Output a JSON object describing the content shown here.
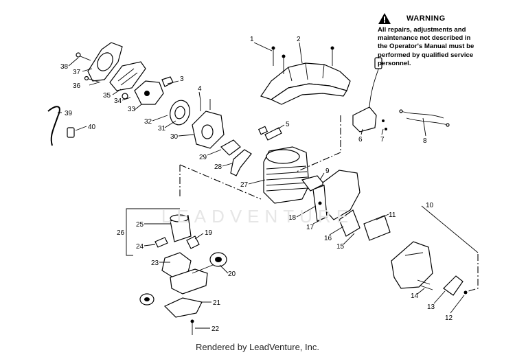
{
  "warning": {
    "title": "WARNING",
    "lines": [
      "All repairs, adjustments and",
      "maintenance not described in",
      "the Operator's Manual must be",
      "performed by qualified service",
      "personnel."
    ]
  },
  "watermark": "LEADVENTURE",
  "footer": "Rendered by LeadVenture, Inc.",
  "callouts": [
    "1",
    "2",
    "3",
    "4",
    "5",
    "6",
    "7",
    "8",
    "9",
    "10",
    "11",
    "12",
    "13",
    "14",
    "15",
    "16",
    "17",
    "18",
    "19",
    "20",
    "21",
    "22",
    "23",
    "24",
    "25",
    "26",
    "27",
    "28",
    "29",
    "30",
    "31",
    "32",
    "33",
    "34",
    "35",
    "36",
    "37",
    "38",
    "39",
    "40"
  ]
}
